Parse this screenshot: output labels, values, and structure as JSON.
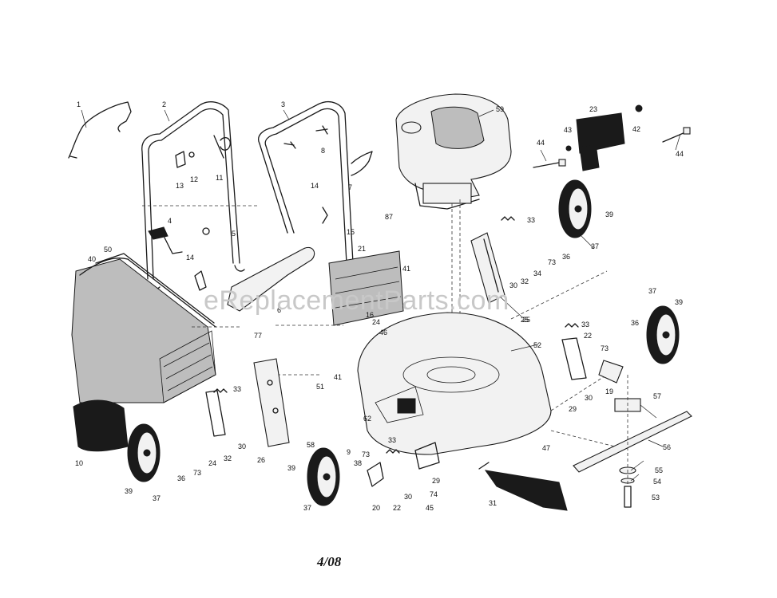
{
  "watermark": "eReplacementParts.com",
  "date_code": "4/08",
  "part_labels": [
    "1",
    "2",
    "3",
    "59",
    "23",
    "42",
    "44",
    "43",
    "44",
    "12",
    "13",
    "11",
    "8",
    "7",
    "14",
    "4",
    "5",
    "14",
    "50",
    "40",
    "6",
    "87",
    "15",
    "21",
    "41",
    "33",
    "39",
    "37",
    "36",
    "73",
    "34",
    "32",
    "30",
    "25",
    "16",
    "24",
    "77",
    "52",
    "22",
    "37",
    "39",
    "36",
    "73",
    "33",
    "46",
    "41",
    "51",
    "58",
    "9",
    "62",
    "29",
    "30",
    "19",
    "57",
    "56",
    "55",
    "54",
    "53",
    "33",
    "10",
    "39",
    "37",
    "36",
    "73",
    "24",
    "32",
    "30",
    "26",
    "39",
    "37",
    "38",
    "73",
    "20",
    "22",
    "30",
    "29",
    "74",
    "45",
    "31",
    "47",
    "25",
    "33"
  ]
}
